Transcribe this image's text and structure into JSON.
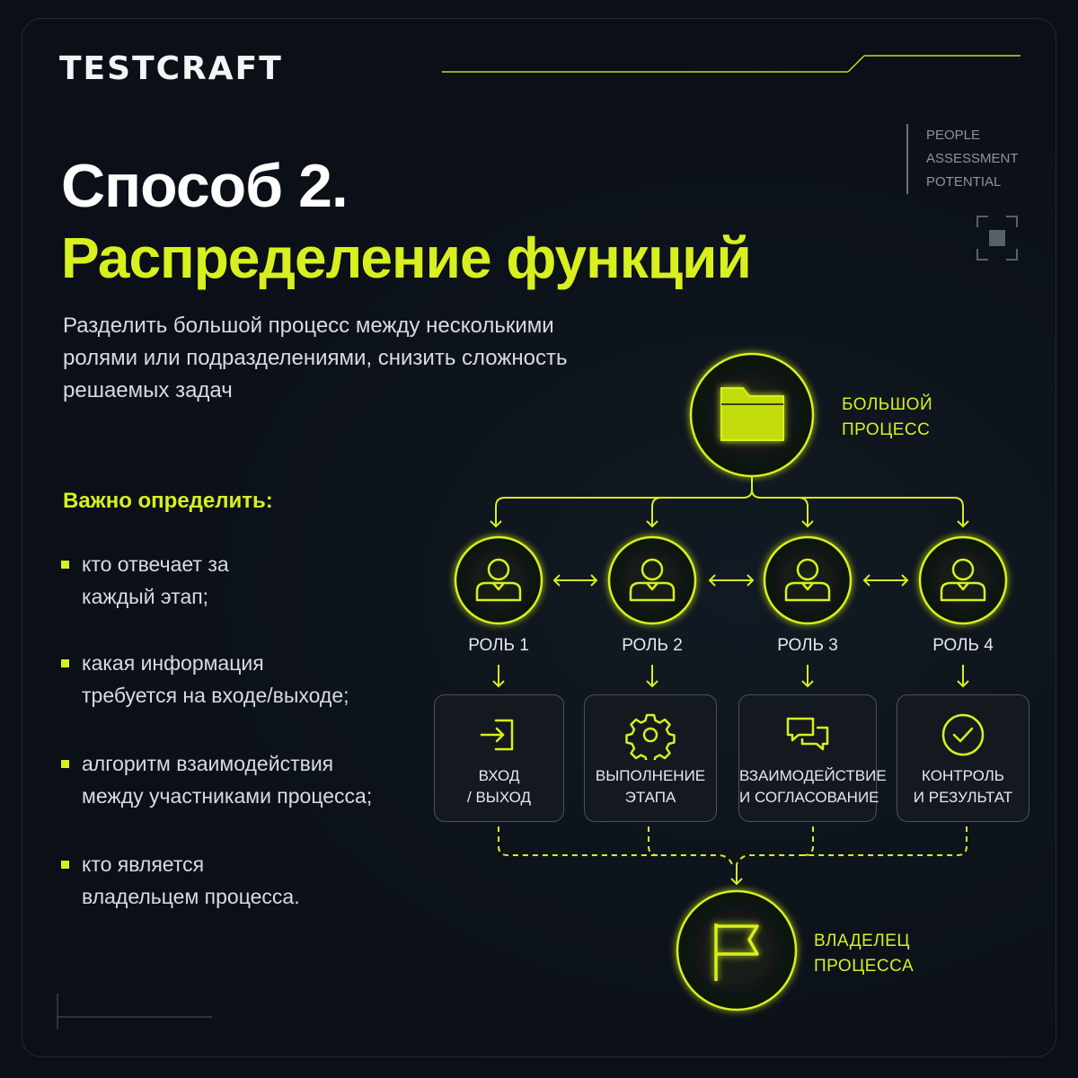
{
  "brand": {
    "logo_text": "TESTCRAFT"
  },
  "side_labels": [
    "PEOPLE",
    "ASSESSMENT",
    "POTENTIAL"
  ],
  "title": {
    "line1": "Способ 2.",
    "line2": "Распределение функций"
  },
  "description": [
    "Разделить большой процесс между несколькими",
    "ролями или подразделениями, снизить сложность",
    "решаемых задач"
  ],
  "important_heading": "Важно определить:",
  "bullets": [
    {
      "lines": [
        "кто отвечает за",
        "каждый этап;"
      ]
    },
    {
      "lines": [
        "какая информация",
        "требуется на входе/выходе;"
      ]
    },
    {
      "lines": [
        "алгоритм взаимодействия",
        "между участниками процесса;"
      ]
    },
    {
      "lines": [
        "кто является",
        "владельцем процесса."
      ]
    }
  ],
  "diagram": {
    "top_node": {
      "icon": "folder-icon",
      "label_lines": [
        "БОЛЬШОЙ",
        "ПРОЦЕСС"
      ]
    },
    "roles": [
      {
        "label": "РОЛЬ 1",
        "icon": "person-icon"
      },
      {
        "label": "РОЛЬ 2",
        "icon": "person-icon"
      },
      {
        "label": "РОЛЬ 3",
        "icon": "person-icon"
      },
      {
        "label": "РОЛЬ 4",
        "icon": "person-icon"
      }
    ],
    "stages": [
      {
        "icon": "login-icon",
        "label_lines": [
          "ВХОД",
          "/ ВЫХОД"
        ]
      },
      {
        "icon": "gear-icon",
        "label_lines": [
          "ВЫПОЛНЕНИЕ",
          "ЭТАПА"
        ]
      },
      {
        "icon": "chat-icon",
        "label_lines": [
          "ВЗАИМОДЕЙСТВИЕ",
          "И СОГЛАСОВАНИЕ"
        ]
      },
      {
        "icon": "check-icon",
        "label_lines": [
          "КОНТРОЛЬ",
          "И РЕЗУЛЬТАТ"
        ]
      }
    ],
    "bottom_node": {
      "icon": "flag-icon",
      "label_lines": [
        "ВЛАДЕЛЕЦ",
        "ПРОЦЕССА"
      ]
    }
  },
  "colors": {
    "accent": "#d7f01e",
    "background": "#0b0f17",
    "text": "#e6e8ec"
  }
}
